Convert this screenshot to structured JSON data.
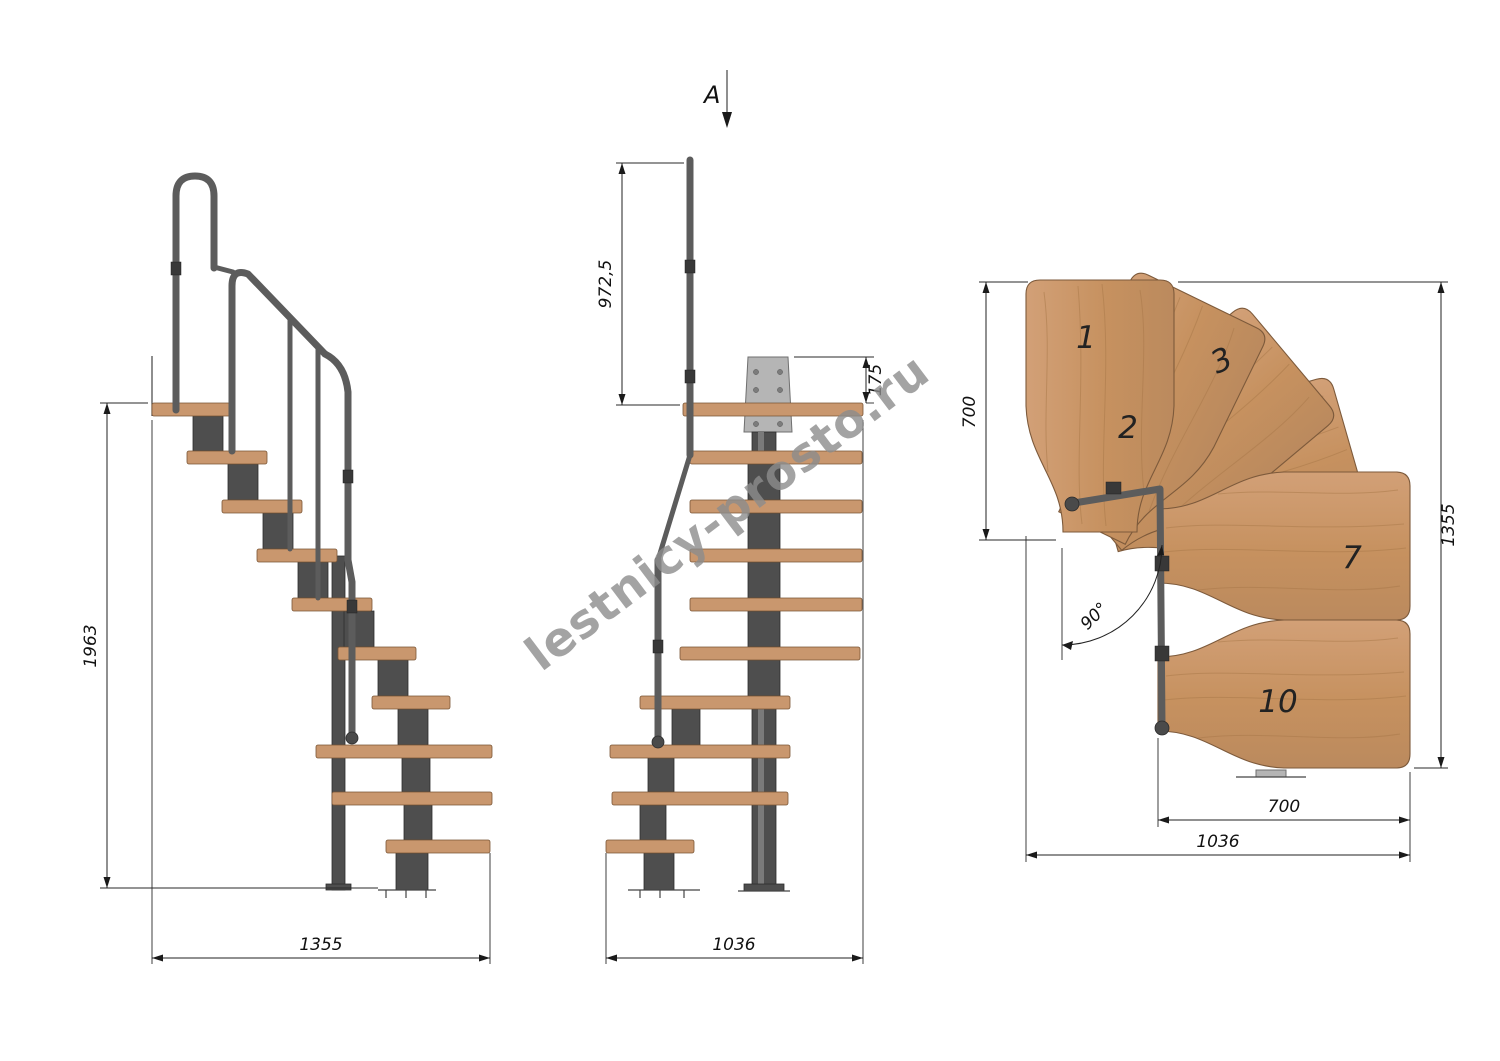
{
  "watermark": "lestnicy-prosto.ru",
  "section_arrow_label": "A",
  "colors": {
    "wood": "#c9976e",
    "wood_edge": "#7d5a3b",
    "metal": "#5c5c5c",
    "metal_dark": "#383838",
    "plate": "#b5b5b5",
    "dim_line": "#222222"
  },
  "side_view": {
    "label": "side-elevation",
    "dim_height": "1963",
    "dim_width": "1355"
  },
  "front_view": {
    "label": "front-elevation",
    "dim_rail_height": "972,5",
    "dim_plate_height": "175",
    "dim_width": "1036"
  },
  "plan_view": {
    "label": "plan",
    "tread_numbers": [
      "1",
      "2",
      "3",
      "7",
      "10"
    ],
    "dim_depth": "700",
    "dim_total_length": "1355",
    "dim_flight_width": "700",
    "dim_total_width": "1036",
    "dim_turn_angle": "90°"
  }
}
